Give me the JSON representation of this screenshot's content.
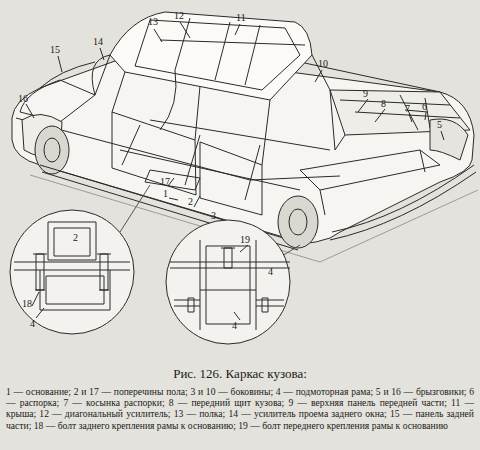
{
  "diagram": {
    "title": "Рис. 126. Каркас кузова:",
    "caption": "1 — основание; 2 и 17 — поперечины пола; 3 и 10 — боковины; 4 — подмоторная рама; 5 и 16 — брызговики; 6 — распорка; 7 — косынка распорки; 8 — передний щит кузова; 9 — верхняя панель передней части; 11 — крыша; 12 — диагональный усилитель; 13 — полка; 14 — усилитель проема заднего окна; 15 — панель задней части; 18 — болт заднего крепления рамы к основанию; 19 — болт переднего крепления рамы к основанию",
    "labels": [
      "13",
      "12",
      "11",
      "10",
      "14",
      "15",
      "16",
      "9",
      "8",
      "7",
      "6",
      "5",
      "17",
      "1",
      "2",
      "3",
      "4",
      "2",
      "18",
      "4",
      "19",
      "4"
    ]
  }
}
